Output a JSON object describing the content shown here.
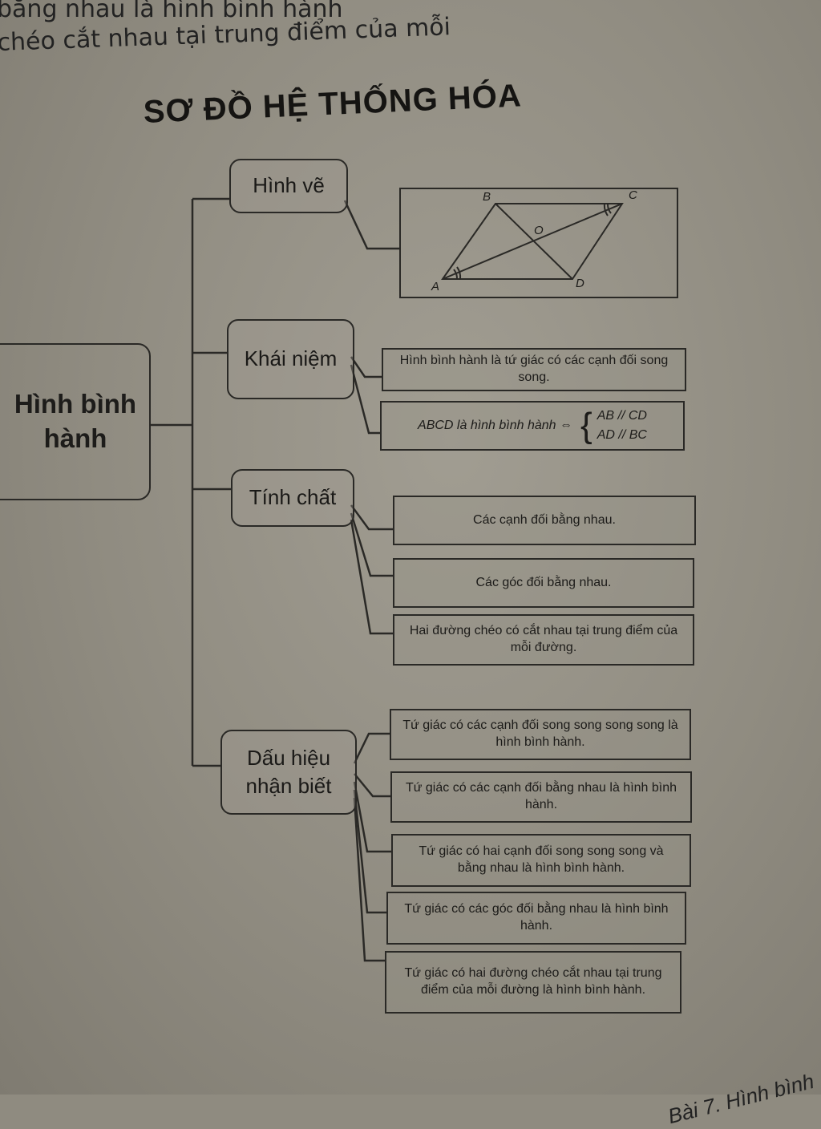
{
  "top_text": {
    "line1": "bằng nhau là hình bình hành",
    "line2": "chéo cắt nhau tại trung điểm của mỗi"
  },
  "title": "SƠ ĐỒ HỆ THỐNG HÓA",
  "root": {
    "line1": "Hình bình",
    "line2": "hành"
  },
  "branches": {
    "hinh_ve": "Hình vẽ",
    "khai_niem": "Khái niệm",
    "tinh_chat": "Tính chất",
    "dau_hieu": {
      "line1": "Dấu hiệu",
      "line2": "nhận biết"
    }
  },
  "figure": {
    "labels": {
      "a": "A",
      "b": "B",
      "c": "C",
      "d": "D",
      "o": "O"
    }
  },
  "concept": {
    "definition": "Hình bình hành là tứ giác có các cạnh đối song song.",
    "formula_left": "ABCD là hình bình hành ⇔",
    "formula_line1": "AB // CD",
    "formula_line2": "AD // BC"
  },
  "properties": [
    "Các cạnh đối bằng nhau.",
    "Các góc đối bằng nhau.",
    "Hai đường chéo có cắt nhau tại trung điểm của mỗi đường."
  ],
  "signs": [
    "Tứ giác có các cạnh đối song song song song là hình bình hành.",
    "Tứ giác có các cạnh đối bằng nhau là hình bình hành.",
    "Tứ giác có hai cạnh đối song song song và bằng nhau là hình bình hành.",
    "Tứ giác có các góc đối bằng nhau là hình bình hành.",
    "Tứ giác có hai đường chéo cắt nhau tại trung điểm của mỗi đường là hình bình hành."
  ],
  "footer": "Bài 7. Hình bình"
}
